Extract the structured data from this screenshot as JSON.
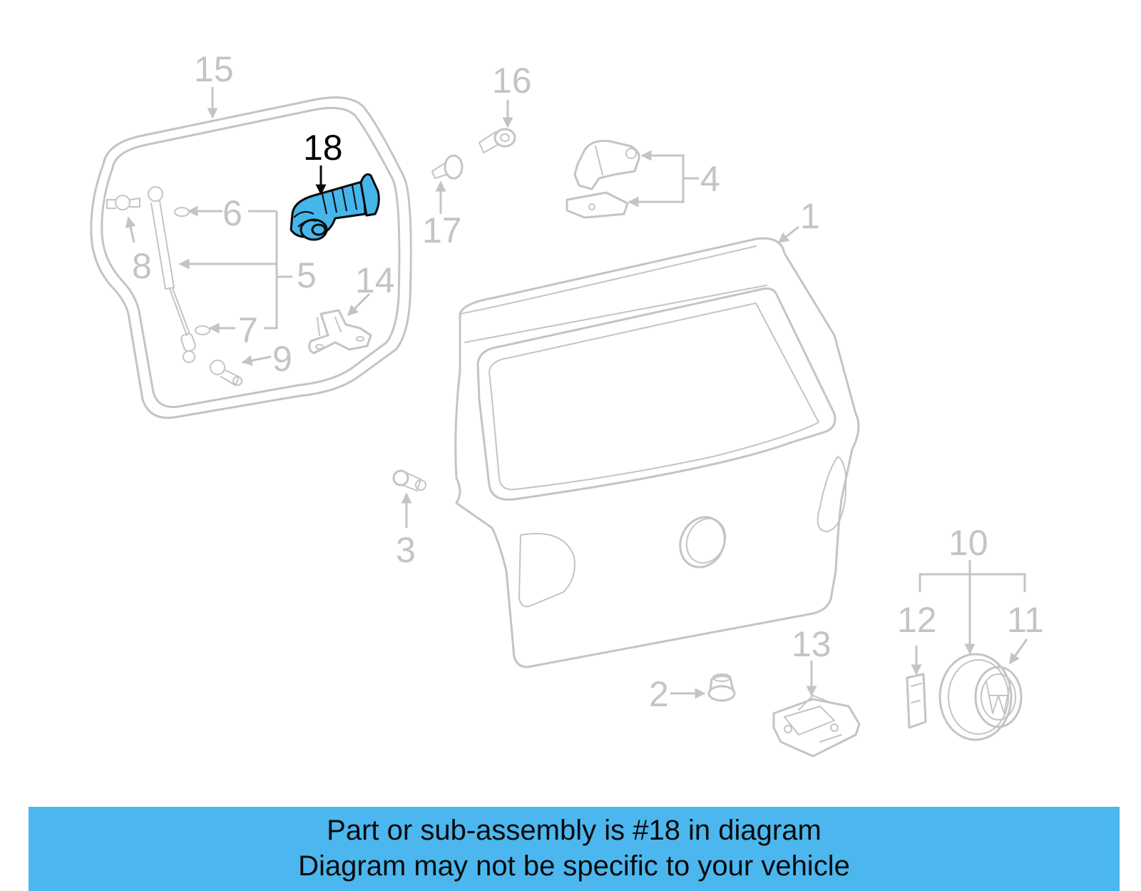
{
  "diagram": {
    "highlighted_callout": "18",
    "highlight_color": "#45b5ea",
    "callouts": {
      "c1": "1",
      "c2": "2",
      "c3": "3",
      "c4": "4",
      "c5": "5",
      "c6": "6",
      "c7": "7",
      "c8": "8",
      "c9": "9",
      "c10": "10",
      "c11": "11",
      "c12": "12",
      "c13": "13",
      "c14": "14",
      "c15": "15",
      "c16": "16",
      "c17": "17",
      "c18": "18"
    }
  },
  "banner": {
    "line1": "Part or sub-assembly is #18 in diagram",
    "line2": "Diagram may not be specific to your vehicle",
    "background": "#4bb7ee"
  }
}
